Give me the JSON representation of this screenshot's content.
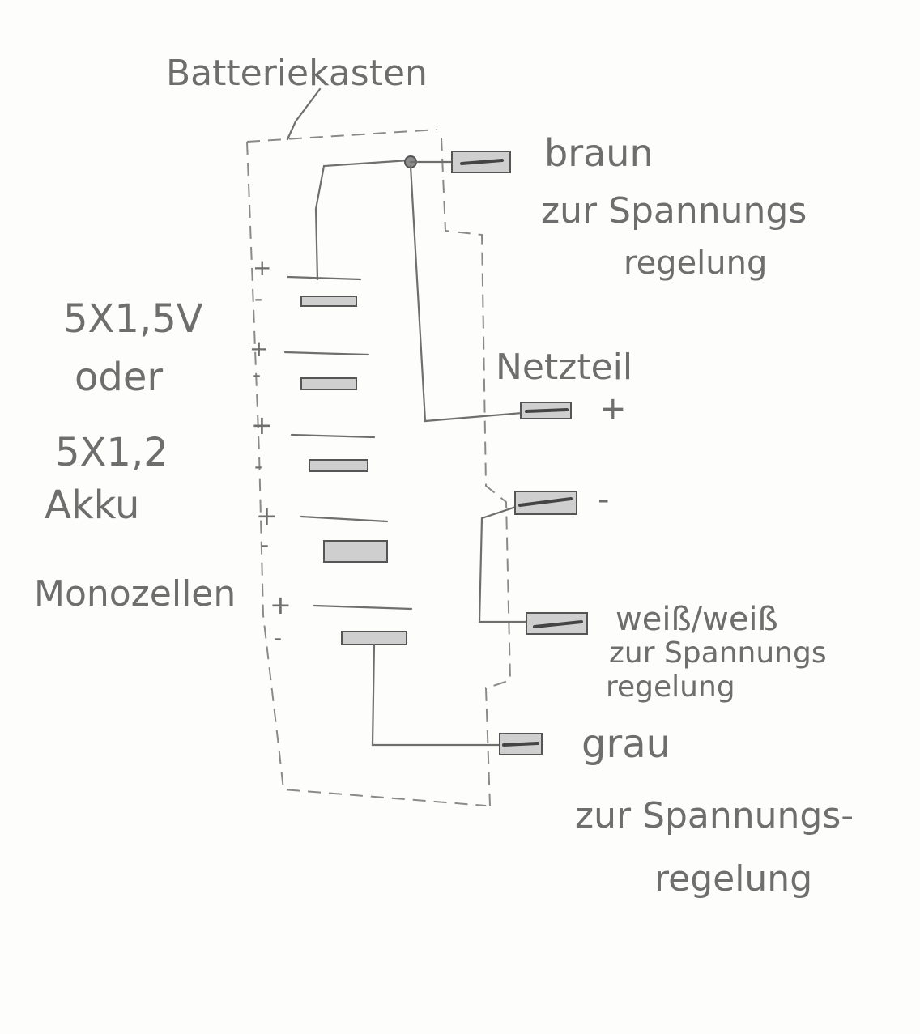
{
  "labels": {
    "box_title": "Batteriekasten",
    "cells_line1": "5X1,5V",
    "cells_line2": "oder",
    "cells_line3": "5X1,2",
    "cells_line4": "Akku",
    "cells_line5": "Monozellen",
    "brown_wire": "braun",
    "brown_note_1": "zur Spannungs",
    "brown_note_2": "regelung",
    "psu": "Netzteil",
    "psu_plus": "+",
    "psu_minus": "-",
    "white_wire": "weiß/weiß",
    "white_note_1": "zur Spannungs",
    "white_note_2": "regelung",
    "grey_wire": "grau",
    "grey_note_1": "zur Spannungs-",
    "grey_note_2": "regelung"
  },
  "cell_signs": {
    "plus": "+",
    "minus": "-"
  }
}
